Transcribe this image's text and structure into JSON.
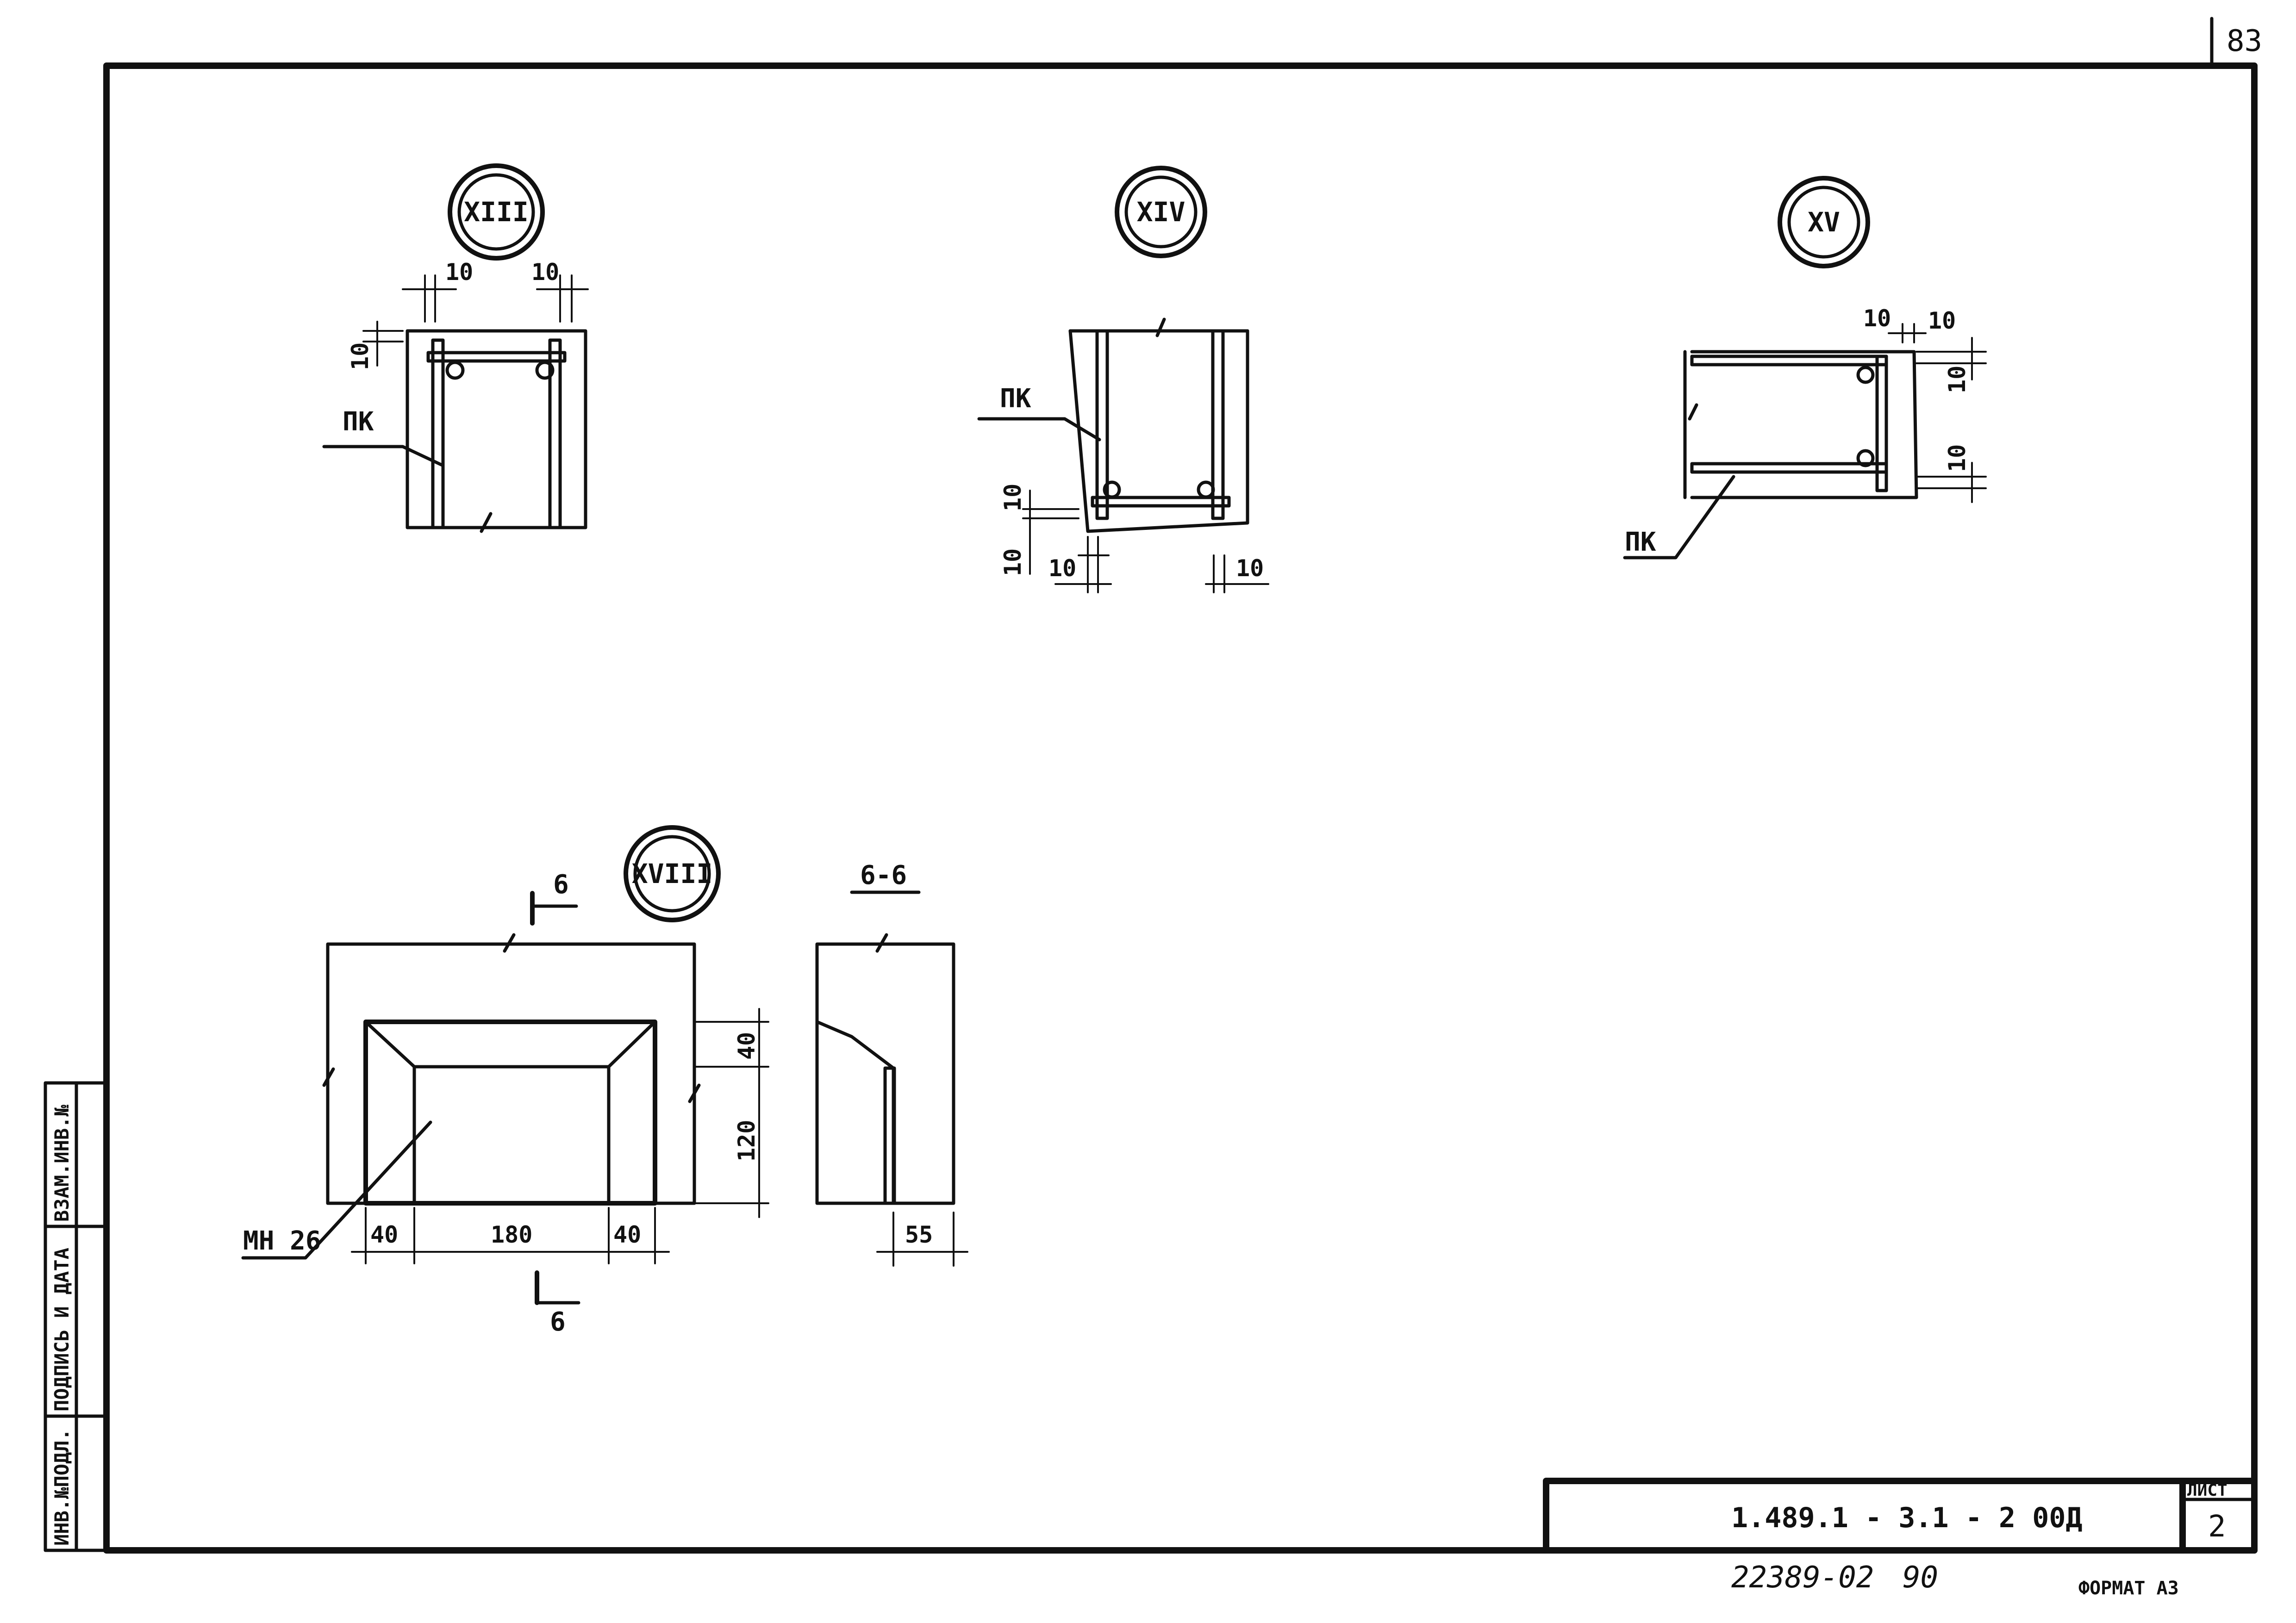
{
  "page_number": "83",
  "callouts": {
    "xiii": "XIII",
    "xiv": "XIV",
    "xv": "XV",
    "xviii": "XVIII"
  },
  "labels": {
    "pk": "ПК",
    "mn": "МН 26",
    "section_mark": "6",
    "section_title": "6-6"
  },
  "dims": {
    "ten": "10",
    "forty": "40",
    "one_eighty": "180",
    "one_twenty": "120",
    "fifty_five": "55"
  },
  "title_block": {
    "code": "1.489.1 - 3.1 - 2 00Д",
    "sheet_label": "ЛИСТ",
    "sheet_num": "2"
  },
  "bottom": {
    "archive_no": "22389-02",
    "year_code": "90",
    "format": "ФОРМАТ А3"
  },
  "side_block": {
    "inv_podl": "ИНВ.№ПОДЛ.",
    "podpis": "ПОДПИСЬ И ДАТА",
    "vzam": "ВЗАМ.ИНВ.№"
  }
}
